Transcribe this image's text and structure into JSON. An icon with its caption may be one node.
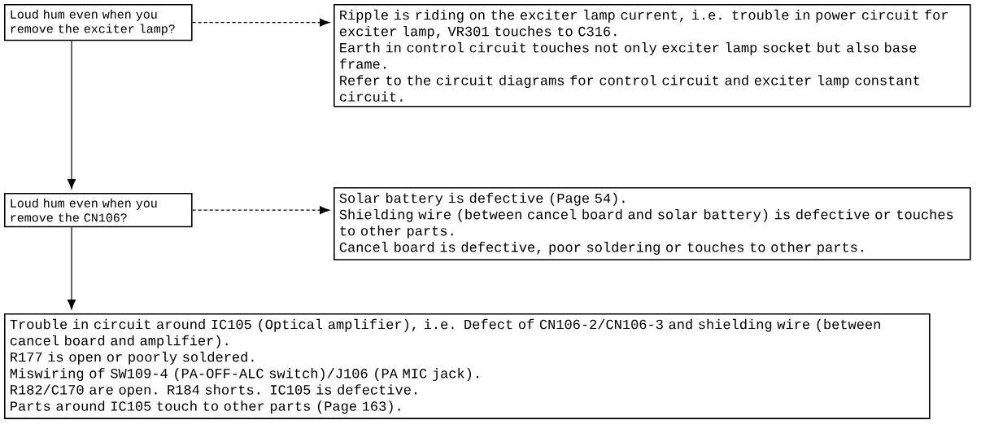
{
  "diagram": {
    "nodes": [
      {
        "text": [
          "Loud hum even when you remove the exciter lamp?"
        ]
      },
      {
        "text": [
          "Ripple is riding on the exciter lamp current, i.e. trouble in power circuit for exciter lamp, VR301 touches to C316.",
          "Earth in control circuit touches not only exciter lamp socket but also base frame.",
          "Refer to the circuit diagrams for control circuit and exciter lamp constant circuit."
        ]
      },
      {
        "text": [
          "Loud hum even when you remove the CN106?"
        ]
      },
      {
        "text": [
          "Solar battery is defective (Page 54).",
          "Shielding wire (between cancel board and solar battery) is defective or touches to other parts.",
          "Cancel board is defective, poor soldering or touches to other parts."
        ]
      },
      {
        "text": [
          "Trouble in circuit around IC105 (Optical amplifier), i.e. Defect of CN106-2/CN106-3 and shielding wire (between cancel board and amplifier).",
          "R177 is open or poorly soldered.",
          "Miswiring of SW109-4 (PA-OFF-ALC switch)/J106 (PA MIC jack).",
          "R182/C170 are open.  R184 shorts.  IC105 is defective.",
          "Parts around IC105 touch to other parts (Page 163)."
        ]
      }
    ],
    "edges": [
      {
        "from": 0,
        "to": 1,
        "arrow": "to",
        "style": "dashed"
      },
      {
        "from": 0,
        "to": 2,
        "arrow": "to"
      },
      {
        "from": 2,
        "to": 3,
        "arrow": "to",
        "style": "dashed"
      },
      {
        "from": 2,
        "to": 4,
        "arrow": "to"
      }
    ]
  }
}
